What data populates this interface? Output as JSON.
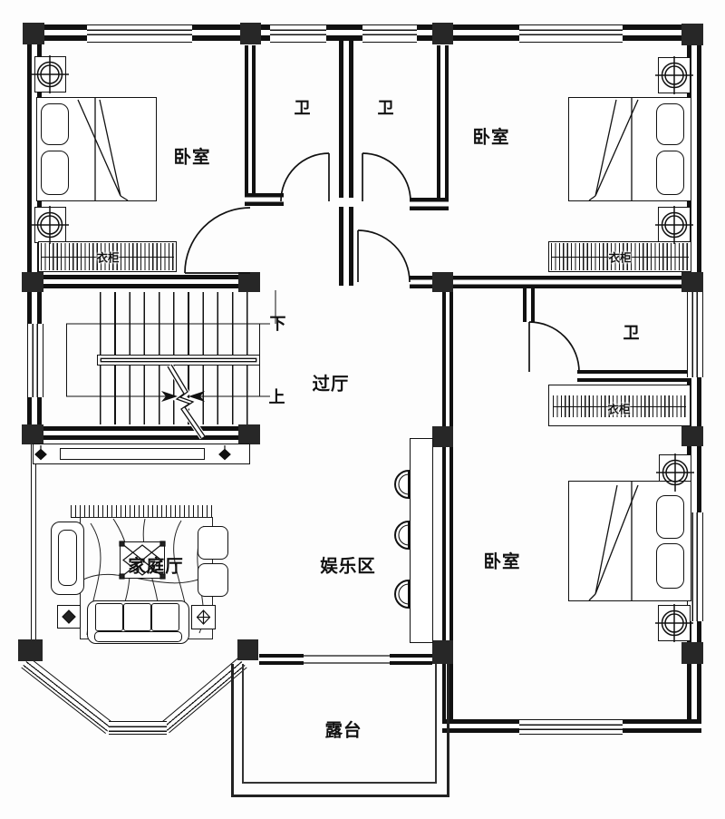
{
  "plan": {
    "colors": {
      "line": "#111111",
      "column": "#272727",
      "background": "#fdfdfd"
    },
    "labels": {
      "bedroom_top_left": "卧室",
      "bedroom_top_right": "卧室",
      "bedroom_bottom_right": "卧室",
      "bath_top_left": "卫",
      "bath_top_right": "卫",
      "bath_right": "卫",
      "hallway": "过厅",
      "family_hall": "家庭厅",
      "entertainment": "娱乐区",
      "terrace": "露台",
      "wardrobe_top_left": "衣柜",
      "wardrobe_top_right": "衣柜",
      "wardrobe_right": "衣柜",
      "stairs_up": "上",
      "stairs_down": "下"
    }
  }
}
